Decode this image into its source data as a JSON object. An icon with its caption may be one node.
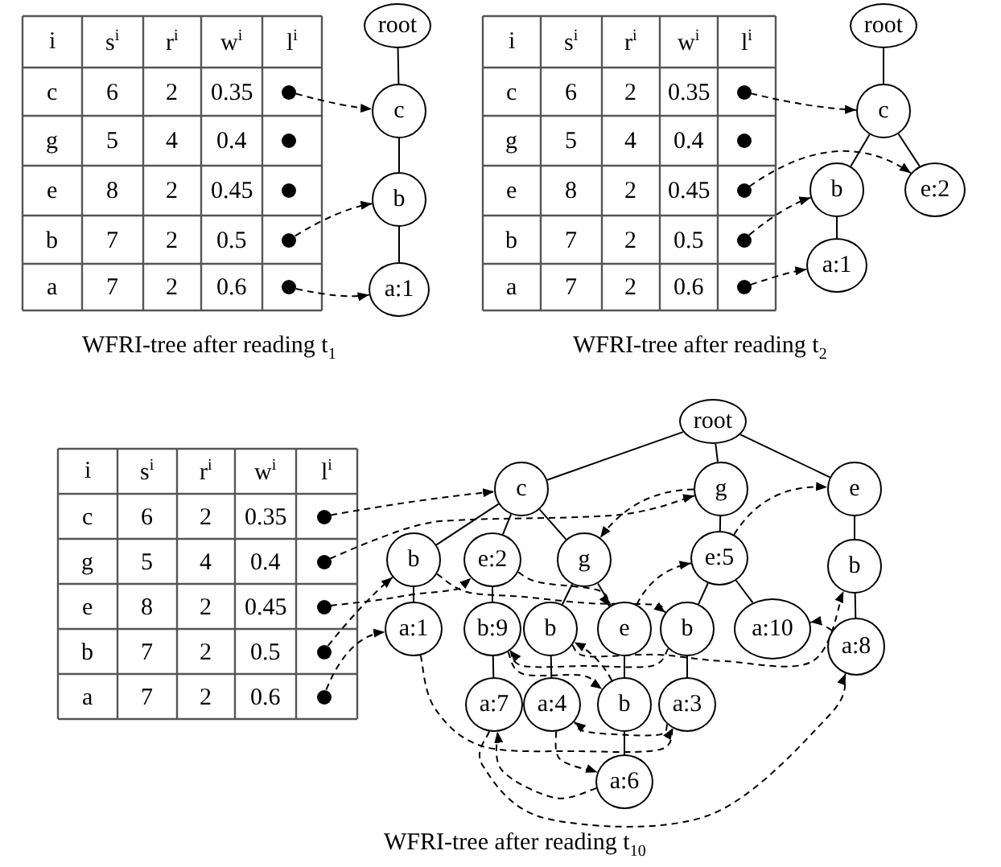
{
  "diagram": {
    "nodes": [
      {
        "text": [],
        "shape": "circle"
      },
      {
        "text": [],
        "shape": "circle"
      },
      {
        "text": [],
        "shape": "circle"
      },
      {
        "text": [],
        "shape": "circle"
      },
      {
        "text": [],
        "shape": "circle"
      },
      {
        "text": [
          "root"
        ]
      },
      {
        "text": [
          "c"
        ]
      },
      {
        "text": [
          "b"
        ]
      },
      {
        "text": [
          "a:1"
        ]
      },
      {
        "text": [],
        "shape": "circle"
      },
      {
        "text": [],
        "shape": "circle"
      },
      {
        "text": [],
        "shape": "circle"
      },
      {
        "text": [],
        "shape": "circle"
      },
      {
        "text": [],
        "shape": "circle"
      },
      {
        "text": [
          "root"
        ]
      },
      {
        "text": [
          "c"
        ]
      },
      {
        "text": [
          "b"
        ]
      },
      {
        "text": [
          "e:2"
        ]
      },
      {
        "text": [
          "a:1"
        ]
      },
      {
        "text": [],
        "shape": "circle"
      },
      {
        "text": [],
        "shape": "circle"
      },
      {
        "text": [],
        "shape": "circle"
      },
      {
        "text": [],
        "shape": "circle"
      },
      {
        "text": [],
        "shape": "circle"
      },
      {
        "text": [
          "root"
        ]
      },
      {
        "text": [
          "c"
        ]
      },
      {
        "text": [
          "g"
        ]
      },
      {
        "text": [
          "e"
        ]
      },
      {
        "text": [
          "b"
        ]
      },
      {
        "text": [
          "e:2"
        ]
      },
      {
        "text": [
          "g"
        ]
      },
      {
        "text": [
          "e:5"
        ]
      },
      {
        "text": [
          "b"
        ]
      },
      {
        "text": [
          "a:1"
        ]
      },
      {
        "text": [
          "b:9"
        ]
      },
      {
        "text": [
          "b"
        ]
      },
      {
        "text": [
          "e"
        ]
      },
      {
        "text": [
          "b"
        ]
      },
      {
        "text": [
          "a:10"
        ]
      },
      {
        "text": [
          "a:8"
        ]
      },
      {
        "text": [
          "a:7"
        ]
      },
      {
        "text": [
          "a:4"
        ]
      },
      {
        "text": [
          "b"
        ]
      },
      {
        "text": [
          "a:3"
        ]
      },
      {
        "text": [
          "a:6"
        ]
      }
    ],
    "edges": [
      {
        "from": 5,
        "to": 6,
        "arrow": "none"
      },
      {
        "from": 6,
        "to": 7,
        "arrow": "none"
      },
      {
        "from": 7,
        "to": 8,
        "arrow": "none"
      },
      {
        "from": 0,
        "to": 6,
        "arrow": "to",
        "style": "dashed"
      },
      {
        "from": 3,
        "to": 7,
        "arrow": "to",
        "style": "dashed"
      },
      {
        "from": 4,
        "to": 8,
        "arrow": "to",
        "style": "dashed"
      },
      {
        "from": 14,
        "to": 15,
        "arrow": "none"
      },
      {
        "from": 15,
        "to": 16,
        "arrow": "none"
      },
      {
        "from": 15,
        "to": 17,
        "arrow": "none"
      },
      {
        "from": 16,
        "to": 18,
        "arrow": "none"
      },
      {
        "from": 9,
        "to": 15,
        "arrow": "to",
        "style": "dashed"
      },
      {
        "from": 11,
        "to": 17,
        "arrow": "to",
        "style": "dashed"
      },
      {
        "from": 12,
        "to": 16,
        "arrow": "to",
        "style": "dashed"
      },
      {
        "from": 13,
        "to": 18,
        "arrow": "to",
        "style": "dashed"
      },
      {
        "from": 24,
        "to": 25,
        "arrow": "none"
      },
      {
        "from": 24,
        "to": 26,
        "arrow": "none"
      },
      {
        "from": 24,
        "to": 27,
        "arrow": "none"
      },
      {
        "from": 25,
        "to": 28,
        "arrow": "none"
      },
      {
        "from": 25,
        "to": 29,
        "arrow": "none"
      },
      {
        "from": 25,
        "to": 30,
        "arrow": "none"
      },
      {
        "from": 26,
        "to": 31,
        "arrow": "none"
      },
      {
        "from": 27,
        "to": 32,
        "arrow": "none"
      },
      {
        "from": 28,
        "to": 33,
        "arrow": "none"
      },
      {
        "from": 29,
        "to": 34,
        "arrow": "none"
      },
      {
        "from": 30,
        "to": 35,
        "arrow": "none"
      },
      {
        "from": 30,
        "to": 36,
        "arrow": "none"
      },
      {
        "from": 31,
        "to": 37,
        "arrow": "none"
      },
      {
        "from": 31,
        "to": 38,
        "arrow": "none"
      },
      {
        "from": 32,
        "to": 39,
        "arrow": "none"
      },
      {
        "from": 34,
        "to": 40,
        "arrow": "none"
      },
      {
        "from": 35,
        "to": 41,
        "arrow": "none"
      },
      {
        "from": 36,
        "to": 42,
        "arrow": "none"
      },
      {
        "from": 37,
        "to": 43,
        "arrow": "none"
      },
      {
        "from": 42,
        "to": 44,
        "arrow": "none"
      },
      {
        "from": 19,
        "to": 25,
        "arrow": "to",
        "style": "dashed"
      },
      {
        "from": 20,
        "to": 26,
        "arrow": "to",
        "style": "dashed"
      },
      {
        "from": 26,
        "to": 30,
        "arrow": "to",
        "style": "dashed"
      },
      {
        "from": 21,
        "to": 29,
        "arrow": "to",
        "style": "dashed"
      },
      {
        "from": 29,
        "to": 36,
        "arrow": "to",
        "style": "dashed"
      },
      {
        "from": 36,
        "to": 31,
        "arrow": "to",
        "style": "dashed"
      },
      {
        "from": 31,
        "to": 27,
        "arrow": "to",
        "style": "dashed"
      },
      {
        "from": 22,
        "to": 28,
        "arrow": "to",
        "style": "dashed"
      },
      {
        "from": 28,
        "to": 37,
        "arrow": "to",
        "style": "dashed"
      },
      {
        "from": 37,
        "to": 34,
        "arrow": "to",
        "style": "dashed"
      },
      {
        "from": 34,
        "to": 42,
        "arrow": "to",
        "style": "dashed"
      },
      {
        "from": 42,
        "to": 35,
        "arrow": "to",
        "style": "dashed"
      },
      {
        "from": 35,
        "to": 32,
        "arrow": "to",
        "style": "dashed"
      },
      {
        "from": 23,
        "to": 33,
        "arrow": "to",
        "style": "dashed"
      },
      {
        "from": 33,
        "to": 43,
        "arrow": "to",
        "style": "dashed"
      },
      {
        "from": 43,
        "to": 41,
        "arrow": "to",
        "style": "dashed"
      },
      {
        "from": 41,
        "to": 44,
        "arrow": "to",
        "style": "dashed"
      },
      {
        "from": 44,
        "to": 40,
        "arrow": "to",
        "style": "dashed"
      },
      {
        "from": 40,
        "to": 39,
        "arrow": "to",
        "style": "dashed"
      },
      {
        "from": 39,
        "to": 38,
        "arrow": "to",
        "style": "dashed"
      }
    ],
    "labels": [
      "i",
      "s$^{i}$",
      "r$^{i}$",
      "w$^{i}$",
      "l$^{i}$",
      "c",
      "6",
      "2",
      "0.35",
      "g",
      "5",
      "4",
      "0.4",
      "e",
      "8",
      "2",
      "0.45",
      "b",
      "7",
      "2",
      "0.5",
      "a",
      "7",
      "2",
      "0.6",
      "i",
      "s$^{i}$",
      "r$^{i}$",
      "w$^{i}$",
      "l$^{i}$",
      "c",
      "6",
      "2",
      "0.35",
      "g",
      "5",
      "4",
      "0.4",
      "e",
      "8",
      "2",
      "0.45",
      "b",
      "7",
      "2",
      "0.5",
      "a",
      "7",
      "2",
      "0.6",
      "WFRI-tree after reading t$_{1}$",
      "WFRI-tree after reading t$_{2}$",
      "i",
      "s$^{i}$",
      "r$^{i}$",
      "w$^{i}$",
      "l$^{i}$",
      "c",
      "6",
      "2",
      "0.35",
      "g",
      "5",
      "4",
      "0.4",
      "e",
      "8",
      "2",
      "0.45",
      "b",
      "7",
      "2",
      "0.5",
      "a",
      "7",
      "2",
      "0.6",
      "WFRI-tree after reading t$_{10}$"
    ]
  }
}
